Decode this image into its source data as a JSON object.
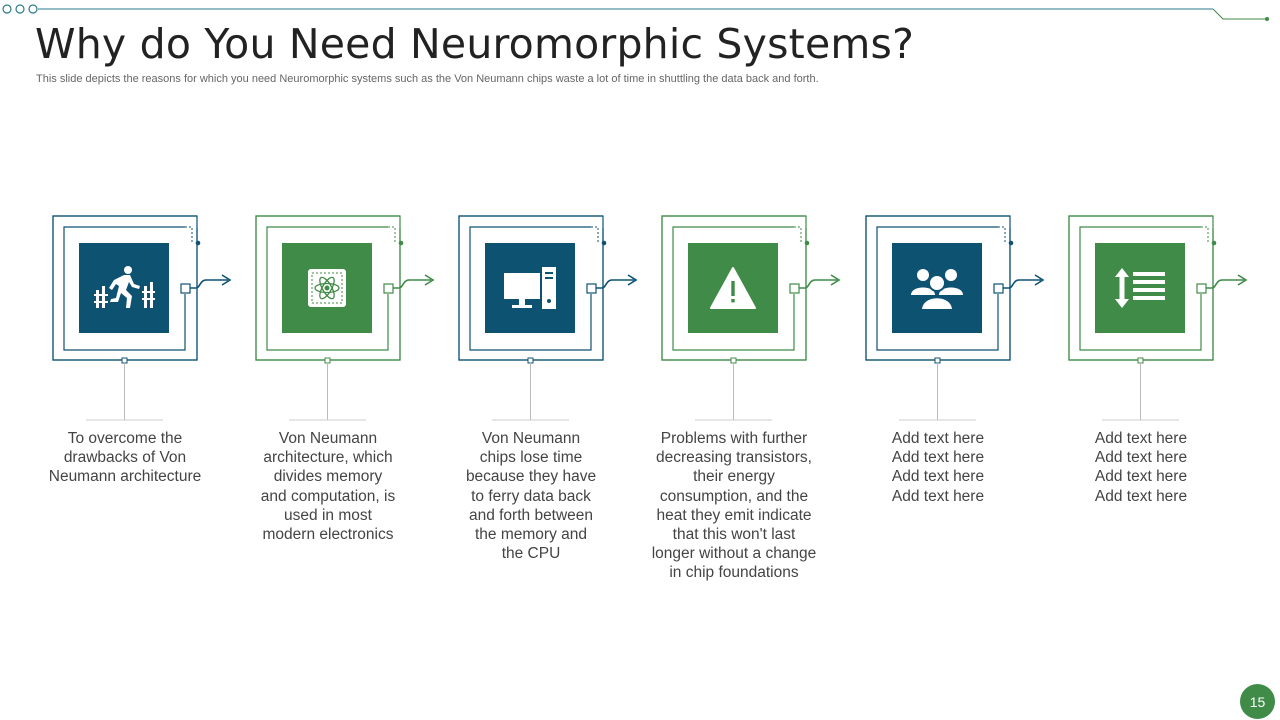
{
  "slide": {
    "title": "Why do You Need Neuromorphic Systems?",
    "subtitle": "This slide depicts the reasons for which you need Neuromorphic systems such as the Von Neumann chips waste a lot of time in shuttling the data back and forth.",
    "page_number": "15"
  },
  "colors": {
    "blue": "#0e5272",
    "green": "#3f8b47",
    "text": "#444444"
  },
  "steps": [
    {
      "icon": "runner-hurdle-icon",
      "theme": "blue",
      "caption": "To overcome the\ndrawbacks of Von\nNeumann architecture"
    },
    {
      "icon": "chip-atom-icon",
      "theme": "green",
      "caption": "Von Neumann\narchitecture, which\ndivides memory\nand computation, is\nused in most\nmodern electronics"
    },
    {
      "icon": "desktop-computer-icon",
      "theme": "blue",
      "caption": "Von Neumann\nchips lose time\nbecause they have\nto ferry data back\nand forth between\nthe memory and\nthe CPU"
    },
    {
      "icon": "warning-icon",
      "theme": "green",
      "caption": "Problems with further\ndecreasing transistors,\ntheir energy\nconsumption, and the\nheat they emit indicate\nthat this won't last\nlonger without a change\nin chip foundations"
    },
    {
      "icon": "users-group-icon",
      "theme": "blue",
      "caption": "Add text here\nAdd text here\nAdd text here\nAdd text here"
    },
    {
      "icon": "line-spacing-icon",
      "theme": "green",
      "caption": "Add text here\nAdd text here\nAdd text here\nAdd text here"
    }
  ]
}
